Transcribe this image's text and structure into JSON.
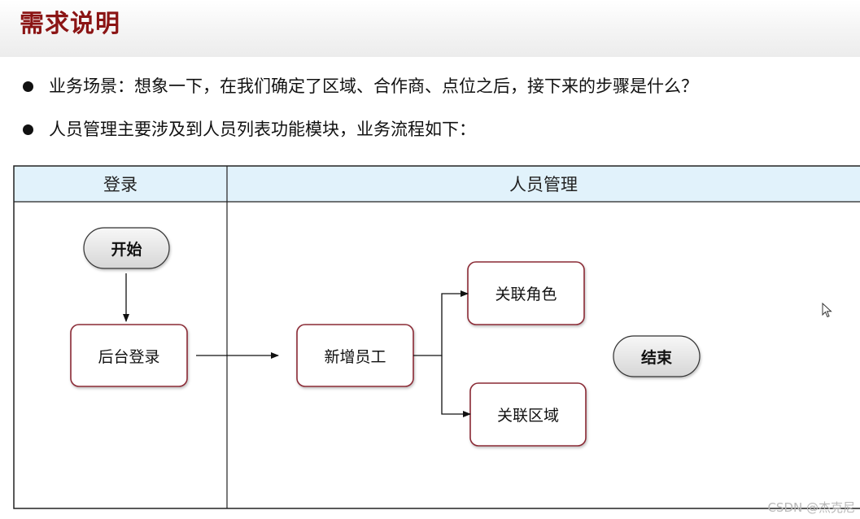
{
  "title": "需求说明",
  "bullets": [
    "业务场景：想象一下，在我们确定了区域、合作商、点位之后，接下来的步骤是什么？",
    "人员管理主要涉及到人员列表功能模块，业务流程如下："
  ],
  "diagram": {
    "lanes": [
      "登录",
      "人员管理"
    ],
    "nodes": {
      "start": "开始",
      "login": "后台登录",
      "add_employee": "新增员工",
      "link_role": "关联角色",
      "link_region": "关联区域",
      "end": "结束"
    },
    "edges": [
      [
        "start",
        "login"
      ],
      [
        "login",
        "add_employee"
      ],
      [
        "add_employee",
        "link_role"
      ],
      [
        "add_employee",
        "link_region"
      ]
    ],
    "colors": {
      "lane_header_bg": "#e1f2fb",
      "process_border": "#8a2a34",
      "pill_fill": "#e6e6e6",
      "title": "#8b1414"
    }
  },
  "watermark": "CSDN @杰克尼"
}
